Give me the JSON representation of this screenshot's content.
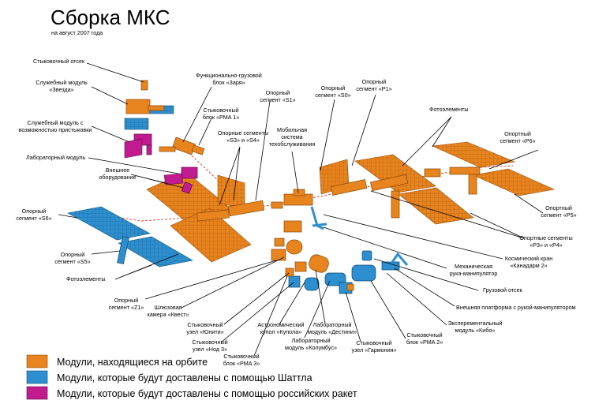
{
  "title": "Сборка МКС",
  "subtitle": "на август 2007 года",
  "colors": {
    "orbit": "#e8841e",
    "shuttle": "#2d8fd0",
    "russian": "#c01b8f"
  },
  "labels": {
    "docking_compartment": "Стыковочный отсек",
    "zvezda_1": "Служебный модуль",
    "zvezda_2": "«Звезда»",
    "service_docking_1": "Служебный модуль с",
    "service_docking_2": "возможностью пристыковки",
    "lab_module": "Лабораторный модуль",
    "external_eq_1": "Внешнее",
    "external_eq_2": "оборудование",
    "s6_1": "Опорный",
    "s6_2": "сегмент «S6»",
    "s5_1": "Опорный",
    "s5_2": "сегмент «S5»",
    "solar_left": "Фотоэлементы",
    "z1_1": "Опорный",
    "z1_2": "сегмент «Z1»",
    "quest_1": "Шлюзовая",
    "quest_2": "камера «Квест»",
    "unity_1": "Стыковочный",
    "unity_2": "узел «Юнити»",
    "node3_1": "Стыковочный",
    "node3_2": "узел «Нод 3»",
    "pma3_1": "Стыковочный",
    "pma3_2": "блок «PMA 3»",
    "cupola_1": "Астрономический",
    "cupola_2": "купол «Купола»",
    "columbus_1": "Лабораторный",
    "columbus_2": "модуль «Колумбус»",
    "destiny_1": "Лабораторный",
    "destiny_2": "модуль «Дестини»",
    "harmony_1": "Стыковочный",
    "harmony_2": "узел «Гармония»",
    "pma2_1": "Стыковочный",
    "pma2_2": "блок «PMA 2»",
    "kibo_1": "Эксперементальный",
    "kibo_2": "модуль «Кибо»",
    "ext_platform": "Внешняя платформа с рукой-манипулятором",
    "cargo_bay": "Грузовой отсек",
    "arm_1": "Механическая",
    "arm_2": "рука-манипулятор",
    "canadarm_1": "Космический кран",
    "canadarm_2": "«Канадарм 2»",
    "p3p4_1": "Опортные сегменты",
    "p3p4_2": "«P3» и «P4»",
    "p5_1": "Опортный",
    "p5_2": "сегмент «P5»",
    "p6_1": "Опортный",
    "p6_2": "сегмент «P6»",
    "solar_right": "Фотоэлементы",
    "p1_1": "Опорный",
    "p1_2": "сегмент «P1»",
    "s0_1": "Опорный",
    "s0_2": "сегмент «S0»",
    "mobile_1": "Мобильная",
    "mobile_2": "система",
    "mobile_3": "техобслуживания",
    "s1_1": "Опорный",
    "s1_2": "сегмент «S1»",
    "s3s4_1": "Опорные сегменты",
    "s3s4_2": "«S3» и «S4»",
    "pma1_1": "Стыковочный",
    "pma1_2": "блок «PMA 1»",
    "zarya_1": "Функционально-грузовой",
    "zarya_2": "блок «Заря»"
  },
  "legend": [
    {
      "label": "Модули, находящиеся на орбите",
      "color": "#e8841e"
    },
    {
      "label": "Модули, которые будут доставлены с помощью Шаттла",
      "color": "#2d8fd0"
    },
    {
      "label": "Модули, которые будут доставлены с помощью российских ракет",
      "color": "#c01b8f"
    }
  ]
}
